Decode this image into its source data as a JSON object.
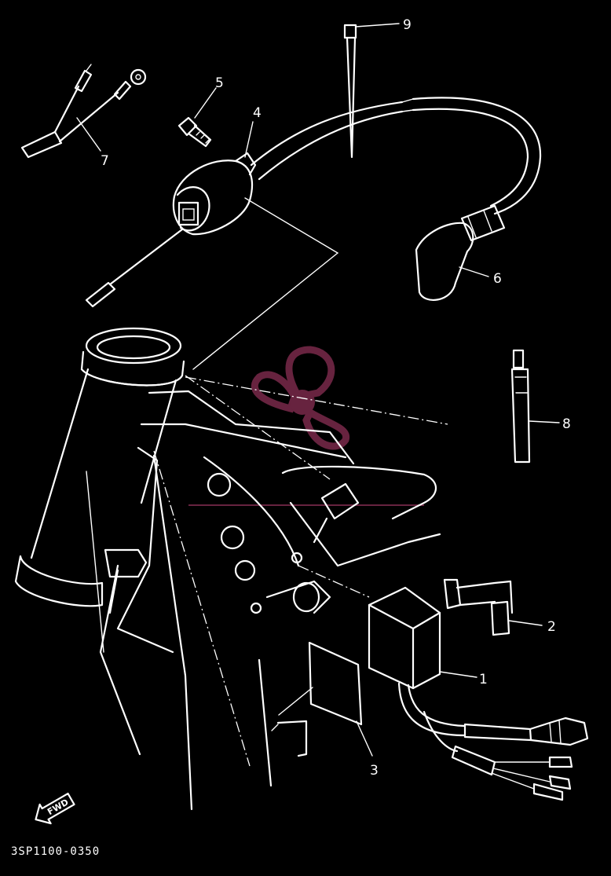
{
  "callouts": [
    {
      "id": "1",
      "label": "1"
    },
    {
      "id": "2",
      "label": "2"
    },
    {
      "id": "3",
      "label": "3"
    },
    {
      "id": "4",
      "label": "4"
    },
    {
      "id": "5",
      "label": "5"
    },
    {
      "id": "6",
      "label": "6"
    },
    {
      "id": "7",
      "label": "7"
    },
    {
      "id": "8",
      "label": "8"
    },
    {
      "id": "9",
      "label": "9"
    }
  ],
  "drawing_code": "3SP1100-0350",
  "direction_marker": "FWD",
  "colors": {
    "background": "#000000",
    "line": "#ffffff",
    "watermark": "#7a2a4a"
  },
  "watermark_icon": "propeller-logo"
}
